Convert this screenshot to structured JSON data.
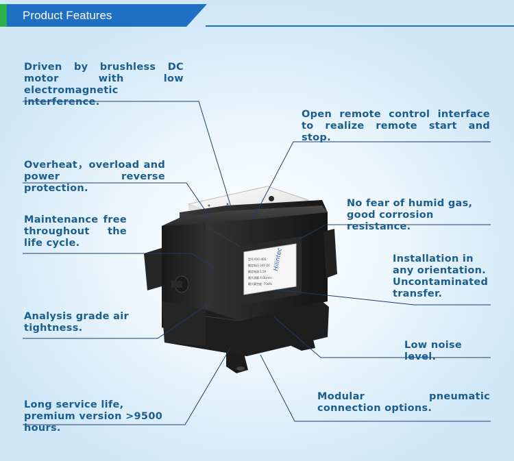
{
  "header": {
    "title": "Product Features"
  },
  "product": {
    "brand": "Hilintec",
    "label_lines": [
      "型号 KX1-40S",
      "额定电压 24V DC",
      "额定电流 1.5A",
      "最大流量 4.0L/min",
      "最大真空度 -75kPa"
    ]
  },
  "colors": {
    "accent_blue": "#1f6fc2",
    "accent_green": "#2bb04a",
    "feature_text": "#1b5d8e"
  },
  "features": {
    "motor": "Driven by brushless DC motor with low electromagnetic interference.",
    "protection": "Overheat，overload  and power reverse  protection.",
    "maintenance": "Maintenance free throughout the life cycle.",
    "tightness": "Analysis grade air tightness.",
    "service_life": "Long service life, premium version >9500 hours.",
    "remote": "Open remote control interface to realize remote start and stop.",
    "humid": "No fear of humid gas, good corrosion resistance.",
    "orientation": "Installation in any orientation. Uncontaminated transfer.",
    "noise": "Low noise level.",
    "modular": "Modular pneumatic connection options."
  }
}
